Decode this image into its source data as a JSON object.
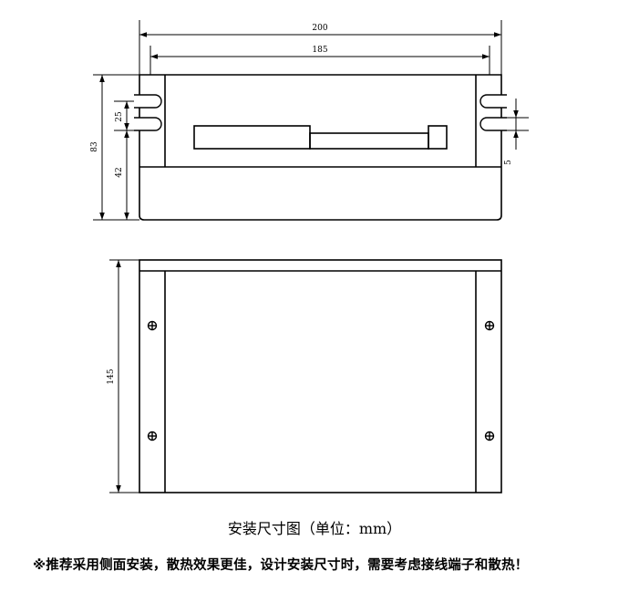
{
  "dimensions": {
    "total_width": "200",
    "inner_width": "185",
    "total_height": "83",
    "lower_height": "42",
    "slot_offset": "25",
    "slot_width": "5",
    "depth": "145"
  },
  "caption": "安装尺寸图（单位：mm）",
  "note": "※推荐采用侧面安装，散热效果更佳，设计安装尺寸时，需要考虑接线端子和散热！"
}
